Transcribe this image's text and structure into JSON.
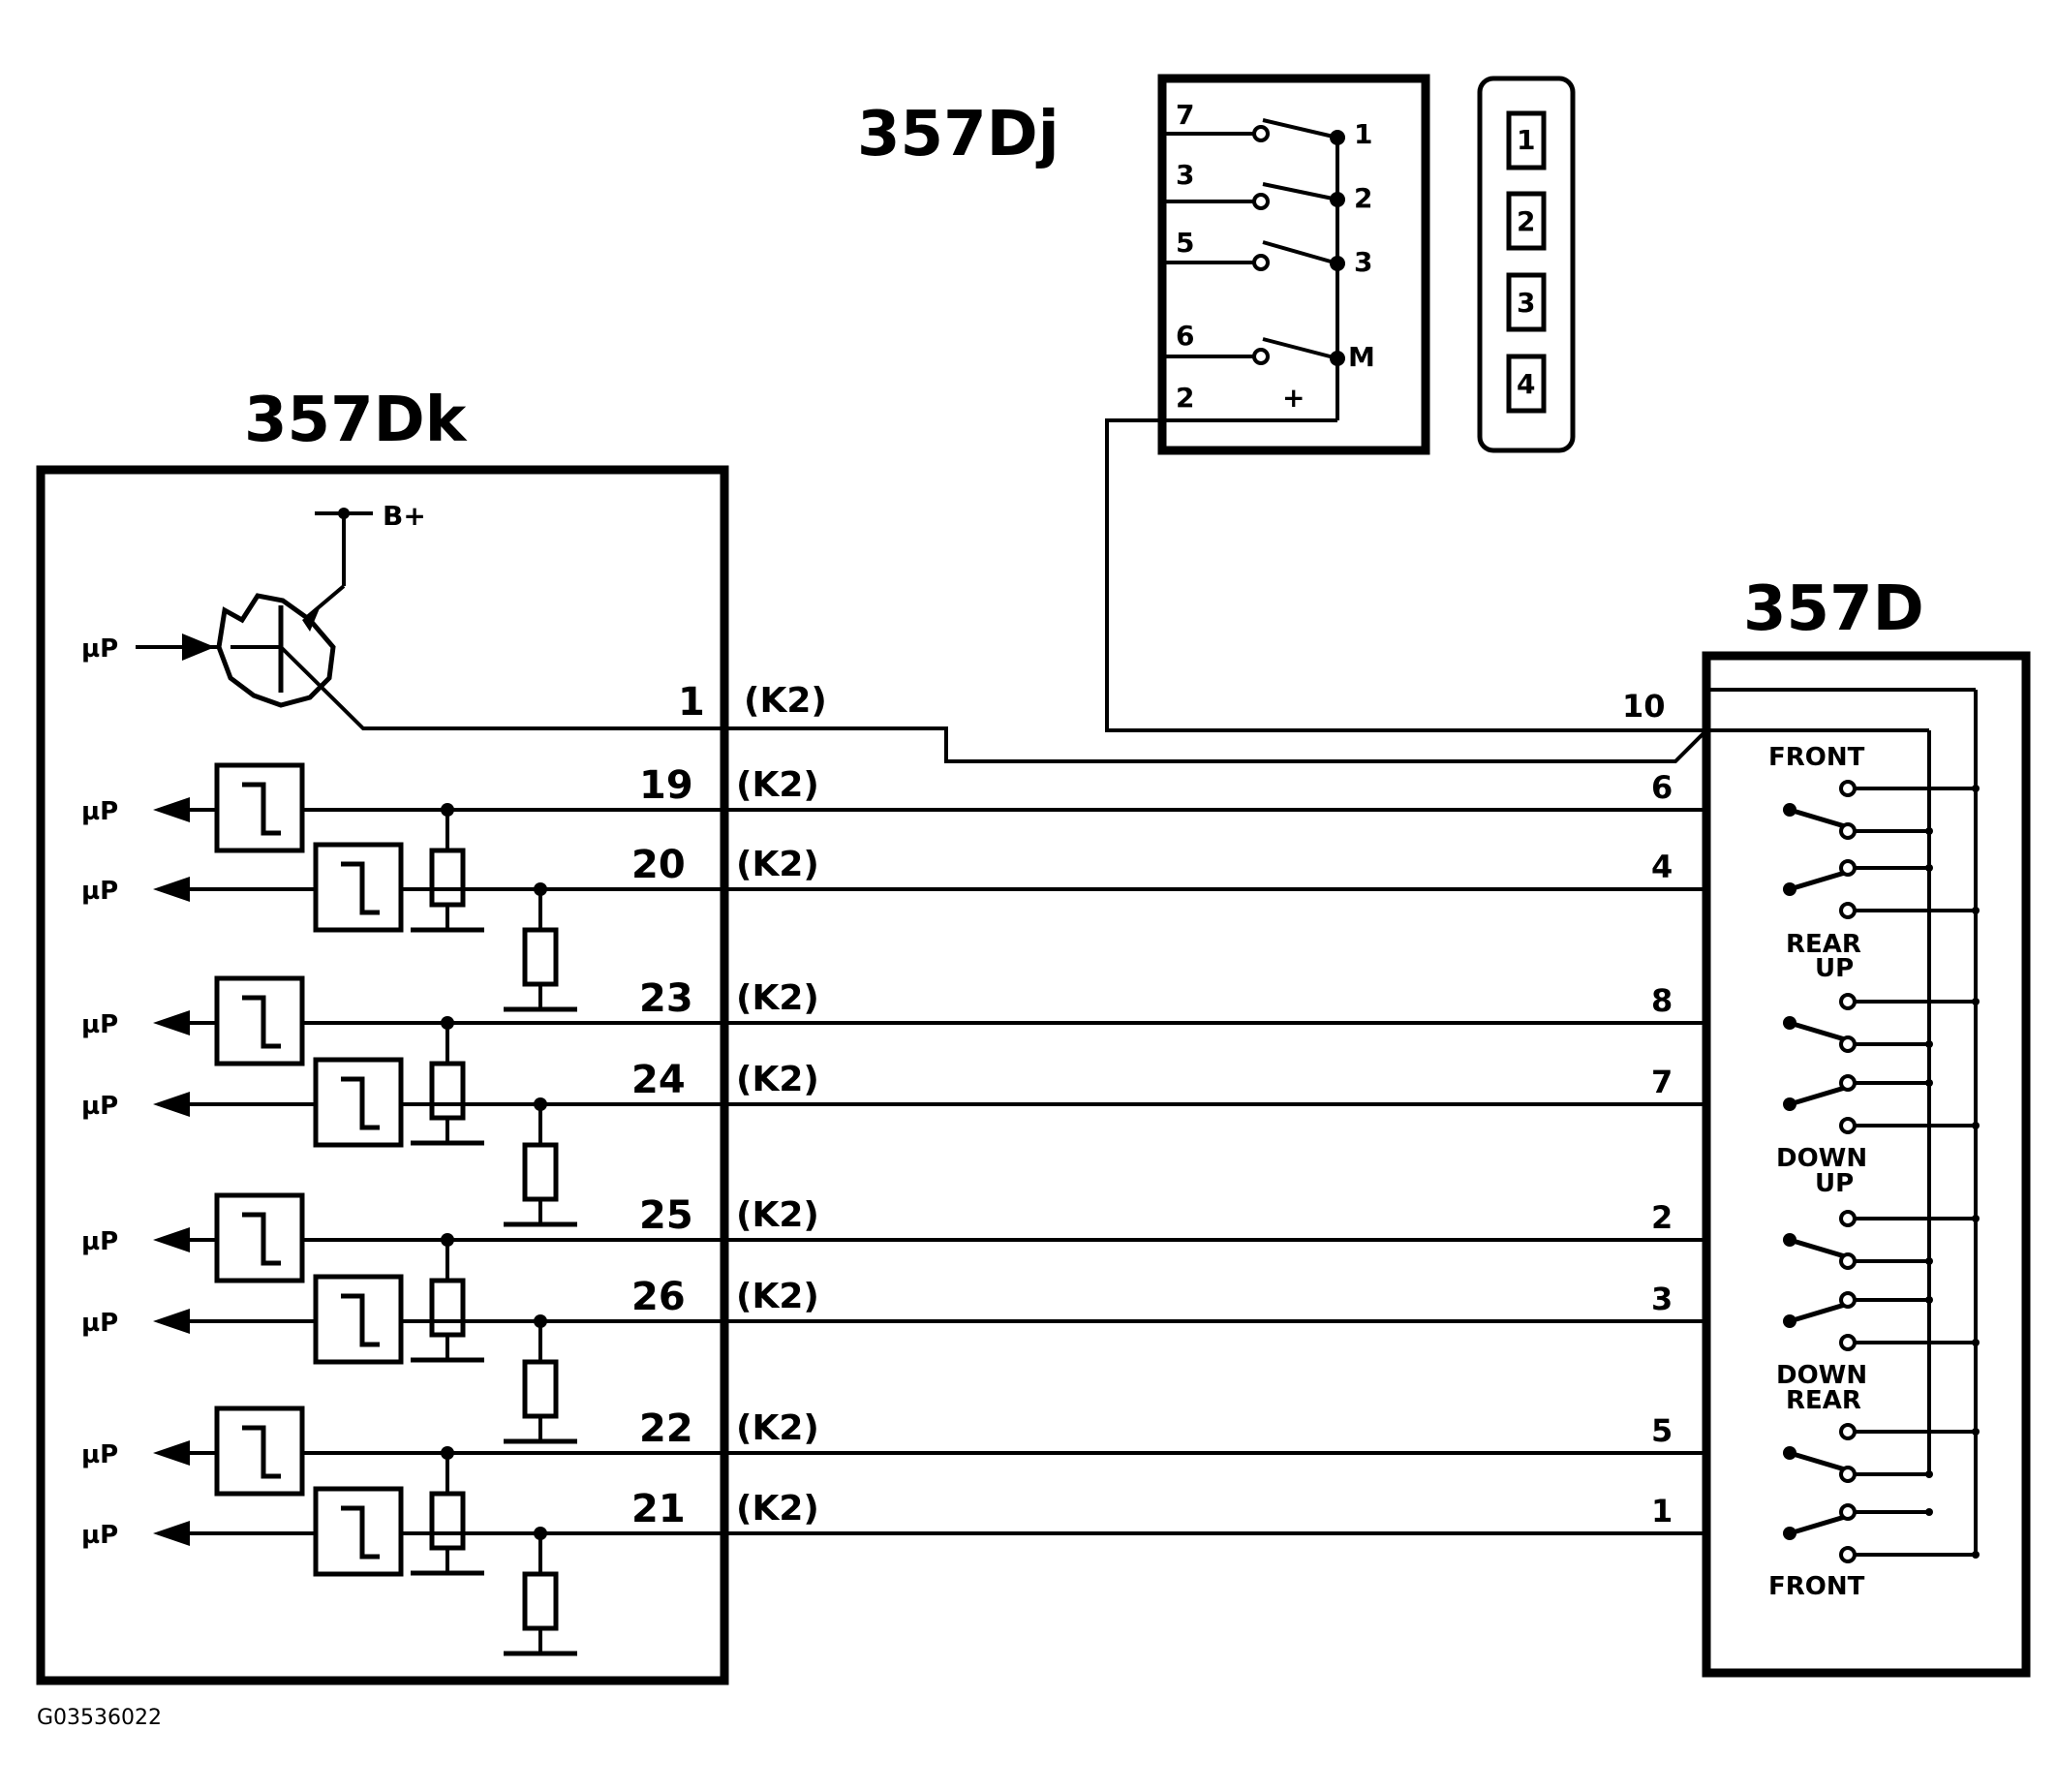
{
  "labels": {
    "module_left": "357Dk",
    "module_top": "357Dj",
    "module_right": "357D",
    "figure_code": "G03536022",
    "battery": "B+",
    "micro": "µP",
    "k2": "(K2)",
    "m_label": "M",
    "plus_label": "+"
  },
  "left_pins": [
    "1",
    "19",
    "20",
    "23",
    "24",
    "25",
    "26",
    "22",
    "21"
  ],
  "right_pins": [
    "10",
    "6",
    "4",
    "8",
    "7",
    "2",
    "3",
    "5",
    "1"
  ],
  "switch_labels": [
    "FRONT",
    "REAR",
    "UP",
    "DOWN",
    "UP",
    "DOWN",
    "REAR",
    "FRONT"
  ],
  "top_left_pins": [
    "7",
    "3",
    "5",
    "6",
    "2"
  ],
  "top_right_pins": [
    "1",
    "2",
    "3"
  ],
  "memory_buttons": [
    "1",
    "2",
    "3",
    "4"
  ]
}
